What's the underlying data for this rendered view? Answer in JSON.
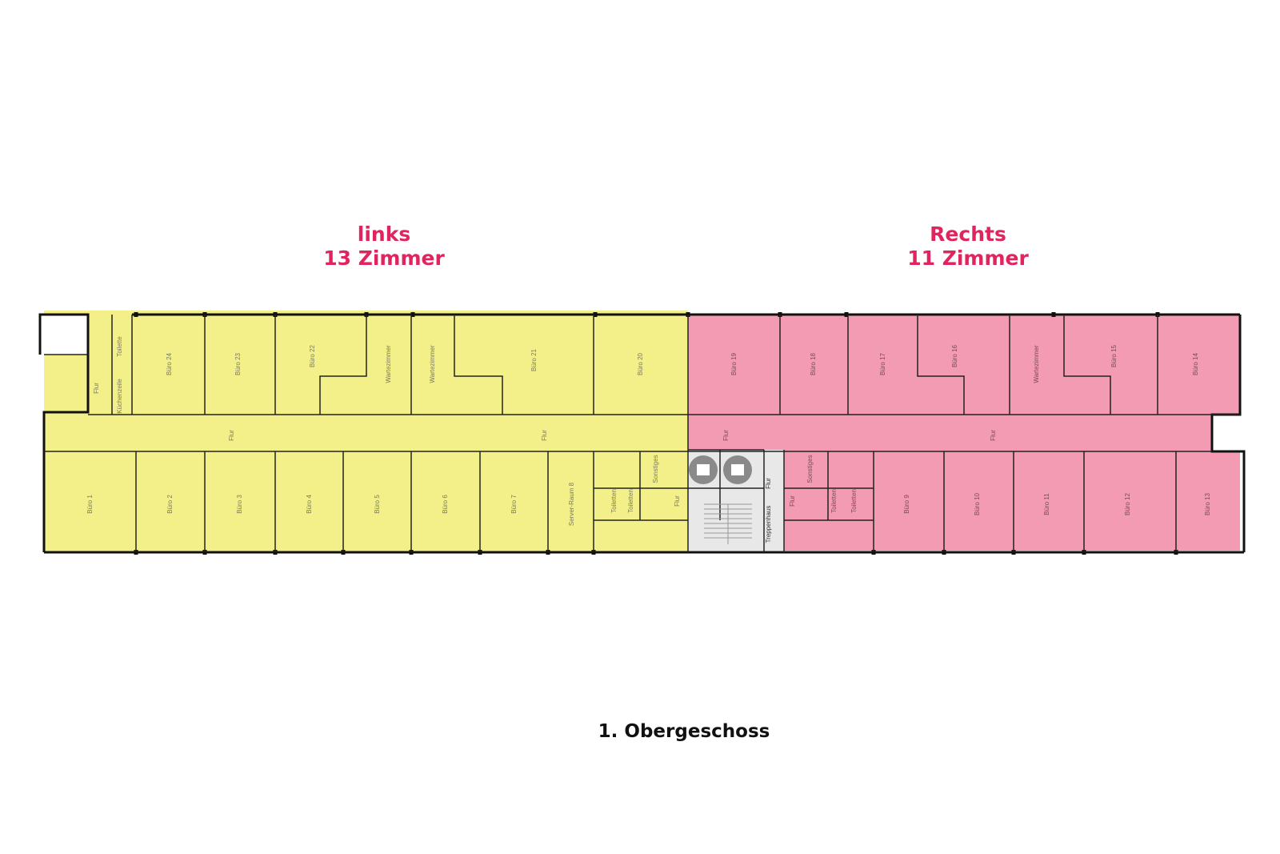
{
  "colors": {
    "left_zone": "#f3f08a",
    "right_zone": "#f29bb2",
    "core": "#e8e8e8",
    "wall": "#111111",
    "title": "#e0245e"
  },
  "sections": {
    "left": {
      "line1": "links",
      "line2": "13 Zimmer"
    },
    "right": {
      "line1": "Rechts",
      "line2": "11 Zimmer"
    }
  },
  "caption": "1. Obergeschoss",
  "rooms": {
    "buero_24": "Büro 24",
    "buero_23": "Büro 23",
    "buero_22": "Büro 22",
    "wartezimmer_1": "Wartezimmer",
    "wartezimmer_2": "Wartezimmer",
    "buero_21": "Büro 21",
    "buero_20": "Büro 20",
    "buero_19": "Büro 19",
    "buero_18": "Büro 18",
    "buero_17": "Büro 17",
    "buero_16": "Büro 16",
    "wartezimmer_3": "Wartezimmer",
    "buero_15": "Büro 15",
    "buero_14": "Büro 14",
    "buero_1": "Büro 1",
    "buero_2": "Büro 2",
    "buero_3": "Büro 3",
    "buero_4": "Büro 4",
    "buero_5": "Büro 5",
    "buero_6": "Büro 6",
    "buero_7": "Büro 7",
    "server_raum_8": "Server-Raum 8",
    "buero_9": "Büro 9",
    "buero_10": "Büro 10",
    "buero_11": "Büro 11",
    "buero_12": "Büro 12",
    "buero_13": "Büro 13",
    "flur": "Flur",
    "kuechenzeile": "Küchenzeile",
    "toilette": "Toilette",
    "toiletten": "Toiletten",
    "sonstiges": "Sonstiges",
    "treppenhaus": "Treppenhaus"
  }
}
